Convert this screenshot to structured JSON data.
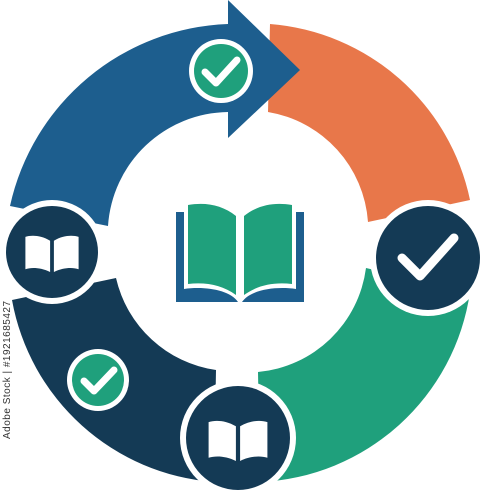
{
  "diagram": {
    "type": "cycle",
    "segments": [
      {
        "id": "top-left",
        "color": "#1d5e8e",
        "has_arrowhead": true,
        "badge": "check-icon"
      },
      {
        "id": "right",
        "color": "#e8774a",
        "has_arrowhead": false
      },
      {
        "id": "bottom-right",
        "color": "#1fa07c",
        "has_arrowhead": false
      },
      {
        "id": "bottom-left",
        "color": "#143a55",
        "has_arrowhead": false,
        "badge": "check-icon"
      }
    ],
    "nodes": [
      {
        "id": "left",
        "icon": "open-book-icon"
      },
      {
        "id": "right",
        "icon": "check-icon"
      },
      {
        "id": "bottom",
        "icon": "open-book-icon"
      }
    ],
    "center_icon": "open-book-icon"
  },
  "colors": {
    "blue": "#1d5e8e",
    "orange": "#e8774a",
    "green": "#1fa07c",
    "navy": "#143a55",
    "badge_green": "#1fa07c",
    "white": "#ffffff"
  },
  "watermark": "Adobe Stock",
  "stock_id": "Adobe Stock | #1921685427"
}
